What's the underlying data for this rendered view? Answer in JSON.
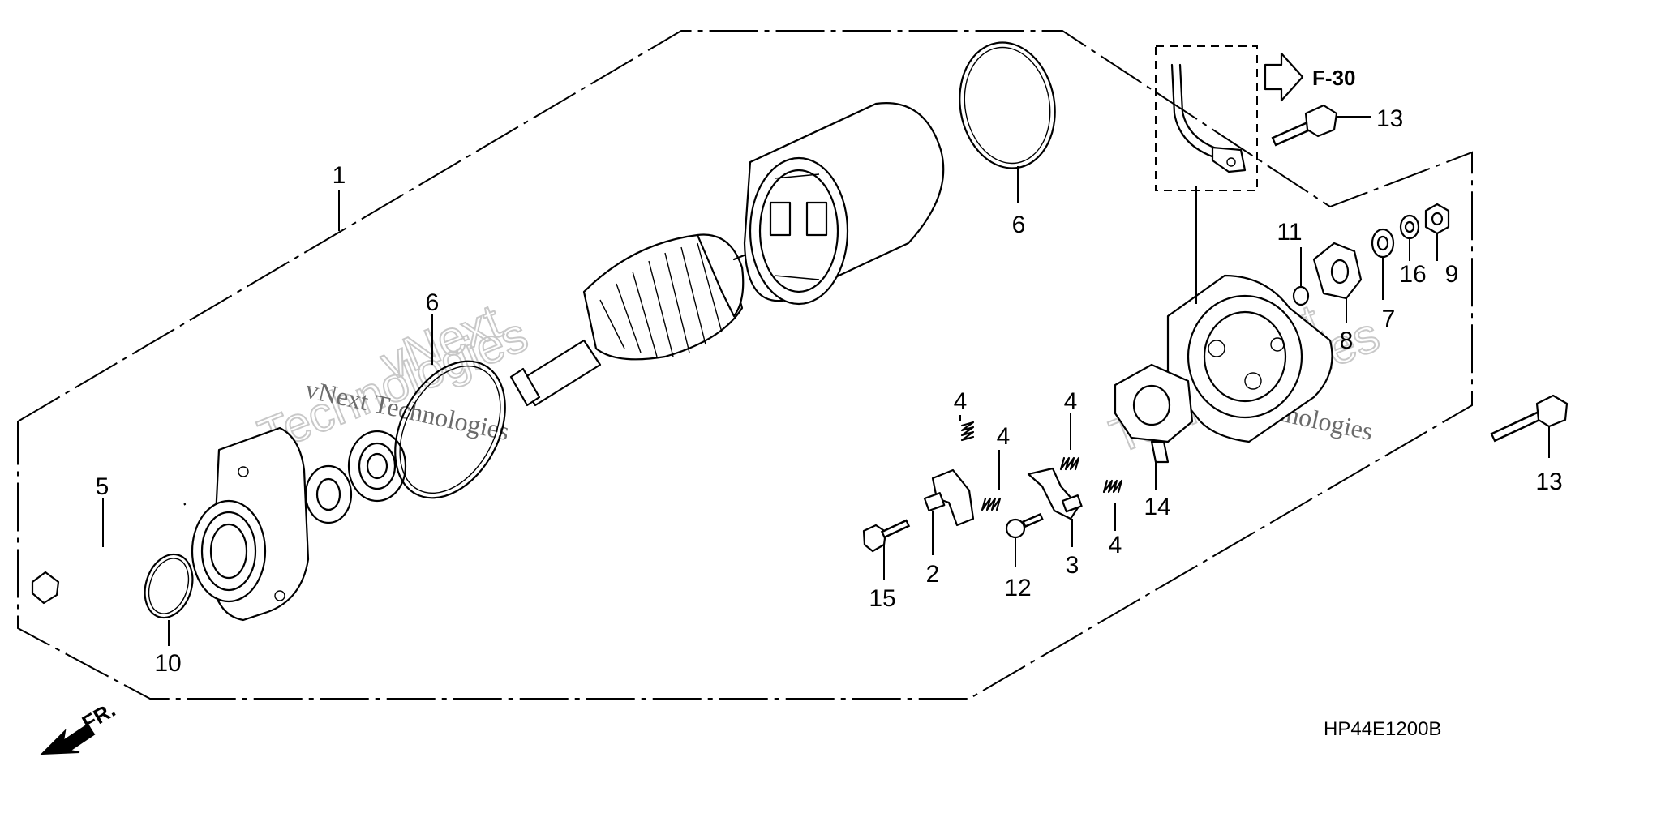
{
  "diagram_code": "HP44E1200B",
  "reference_code": "F-30",
  "front_marker": "FR.",
  "watermark": {
    "line1": "vNext Technologies",
    "line2a": "vNext",
    "line2b": "Technologies"
  },
  "callouts": {
    "c1": "1",
    "c2": "2",
    "c3": "3",
    "c4a": "4",
    "c4b": "4",
    "c4c": "4",
    "c4d": "4",
    "c5": "5",
    "c6a": "6",
    "c6b": "6",
    "c7": "7",
    "c8": "8",
    "c9": "9",
    "c10": "10",
    "c11": "11",
    "c12": "12",
    "c13a": "13",
    "c13b": "13",
    "c14": "14",
    "c15": "15",
    "c16": "16"
  }
}
